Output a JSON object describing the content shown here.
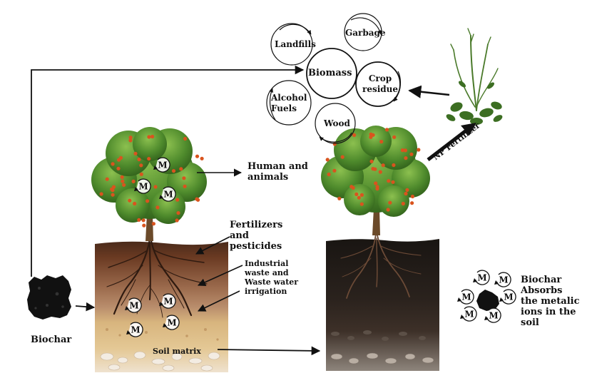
{
  "cycle": {
    "center": "Biomass",
    "nodes": {
      "landfills": "Landfills",
      "garbage": "Garbage",
      "crop": "Crop residue",
      "wood": "Wood",
      "alcohol": "Alcohol Fuels"
    }
  },
  "labels": {
    "human_animals": "Human and animals",
    "fertilizers": "Fertilizers and pesticides",
    "industrial": "Industrial waste and Waste water irrigation",
    "soil_matrix": "Soil matrix",
    "biochar": "Biochar",
    "np_fertilizer": "NP Fertilizer",
    "biochar_absorbs": "Biochar Absorbs the metalic ions in the soil"
  },
  "metal_symbol": "M",
  "colors": {
    "foliage": "#4e8a2c",
    "foliage_light": "#7fb347",
    "fruit": "#d9541e",
    "trunk": "#6b4a2a",
    "soil_top": "#4a2a1a",
    "soil_mid": "#9b6a4c",
    "soil_sand": "#d8b57e",
    "dark_soil": "#1f1a16",
    "biochar": "#111111"
  }
}
